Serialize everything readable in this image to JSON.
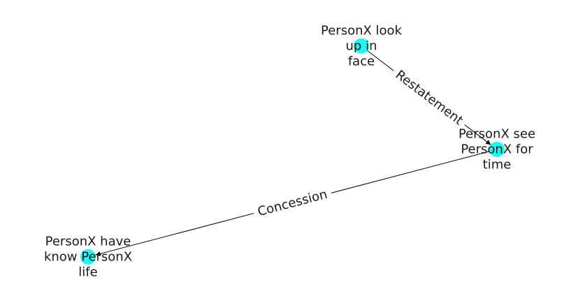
{
  "graph": {
    "node_color": "#1ff6f6",
    "edge_color": "#000000",
    "nodes": [
      {
        "id": "n1",
        "label_lines": [
          "PersonX look",
          "up in",
          "face"
        ]
      },
      {
        "id": "n2",
        "label_lines": [
          "PersonX see",
          "PersonX for",
          "time"
        ]
      },
      {
        "id": "n3",
        "label_lines": [
          "PersonX have",
          "know PersonX",
          "life"
        ]
      }
    ],
    "edges": [
      {
        "from": "n1",
        "to": "n2",
        "label": "Restatement"
      },
      {
        "from": "n2",
        "to": "n3",
        "label": "Concession"
      }
    ]
  }
}
